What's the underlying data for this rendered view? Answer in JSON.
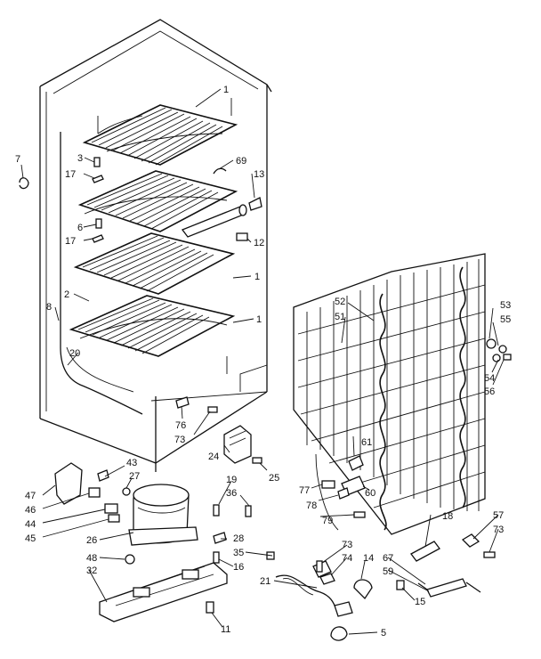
{
  "callouts": [
    {
      "label": "1"
    },
    {
      "label": "7"
    },
    {
      "label": "3"
    },
    {
      "label": "17"
    },
    {
      "label": "69"
    },
    {
      "label": "13"
    },
    {
      "label": "6"
    },
    {
      "label": "17"
    },
    {
      "label": "12"
    },
    {
      "label": "1"
    },
    {
      "label": "2"
    },
    {
      "label": "8"
    },
    {
      "label": "1"
    },
    {
      "label": "20"
    },
    {
      "label": "52"
    },
    {
      "label": "51"
    },
    {
      "label": "53"
    },
    {
      "label": "55"
    },
    {
      "label": "54"
    },
    {
      "label": "56"
    },
    {
      "label": "76"
    },
    {
      "label": "73"
    },
    {
      "label": "61"
    },
    {
      "label": "24"
    },
    {
      "label": "25"
    },
    {
      "label": "60"
    },
    {
      "label": "77"
    },
    {
      "label": "78"
    },
    {
      "label": "79"
    },
    {
      "label": "43"
    },
    {
      "label": "27"
    },
    {
      "label": "47"
    },
    {
      "label": "46"
    },
    {
      "label": "44"
    },
    {
      "label": "45"
    },
    {
      "label": "19"
    },
    {
      "label": "36"
    },
    {
      "label": "18"
    },
    {
      "label": "57"
    },
    {
      "label": "73"
    },
    {
      "label": "26"
    },
    {
      "label": "28"
    },
    {
      "label": "35"
    },
    {
      "label": "48"
    },
    {
      "label": "16"
    },
    {
      "label": "32"
    },
    {
      "label": "73"
    },
    {
      "label": "74"
    },
    {
      "label": "14"
    },
    {
      "label": "67"
    },
    {
      "label": "59"
    },
    {
      "label": "21"
    },
    {
      "label": "15"
    },
    {
      "label": "11"
    },
    {
      "label": "5"
    }
  ]
}
